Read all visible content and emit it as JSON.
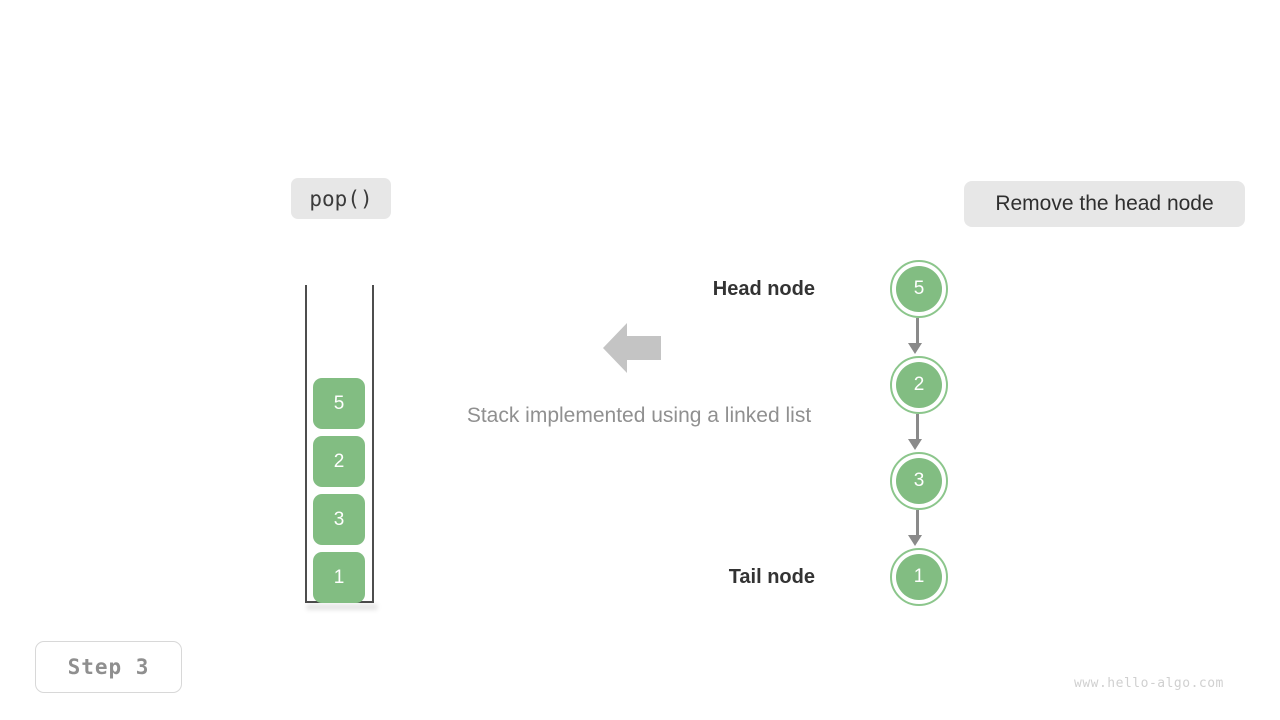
{
  "operation_badge": {
    "label": "pop()"
  },
  "action_badge": {
    "label": "Remove the head node"
  },
  "step_badge": {
    "label": "Step  3"
  },
  "watermark": {
    "text": "www.hello-algo.com"
  },
  "caption": {
    "text": "Stack implemented using a linked list"
  },
  "flow_arrow": {
    "direction": "left",
    "color": "#c4c4c4"
  },
  "stack": {
    "title": "stack-container",
    "items": [
      {
        "value": "5",
        "position": "top"
      },
      {
        "value": "2",
        "position": "middle"
      },
      {
        "value": "3",
        "position": "middle"
      },
      {
        "value": "1",
        "position": "bottom"
      }
    ],
    "colors": {
      "node": "#82bd82",
      "wall": "#4d4d4d",
      "text": "#ffffff"
    }
  },
  "linked_list": {
    "head_label": "Head node",
    "tail_label": "Tail node",
    "nodes": [
      {
        "value": "5",
        "role": "head"
      },
      {
        "value": "2",
        "role": "middle"
      },
      {
        "value": "3",
        "role": "middle"
      },
      {
        "value": "1",
        "role": "tail"
      }
    ],
    "link_arrows": 3,
    "colors": {
      "fill": "#82bd82",
      "ring": "#8cc68c",
      "link": "#8a8a8a",
      "text": "#ffffff"
    }
  }
}
